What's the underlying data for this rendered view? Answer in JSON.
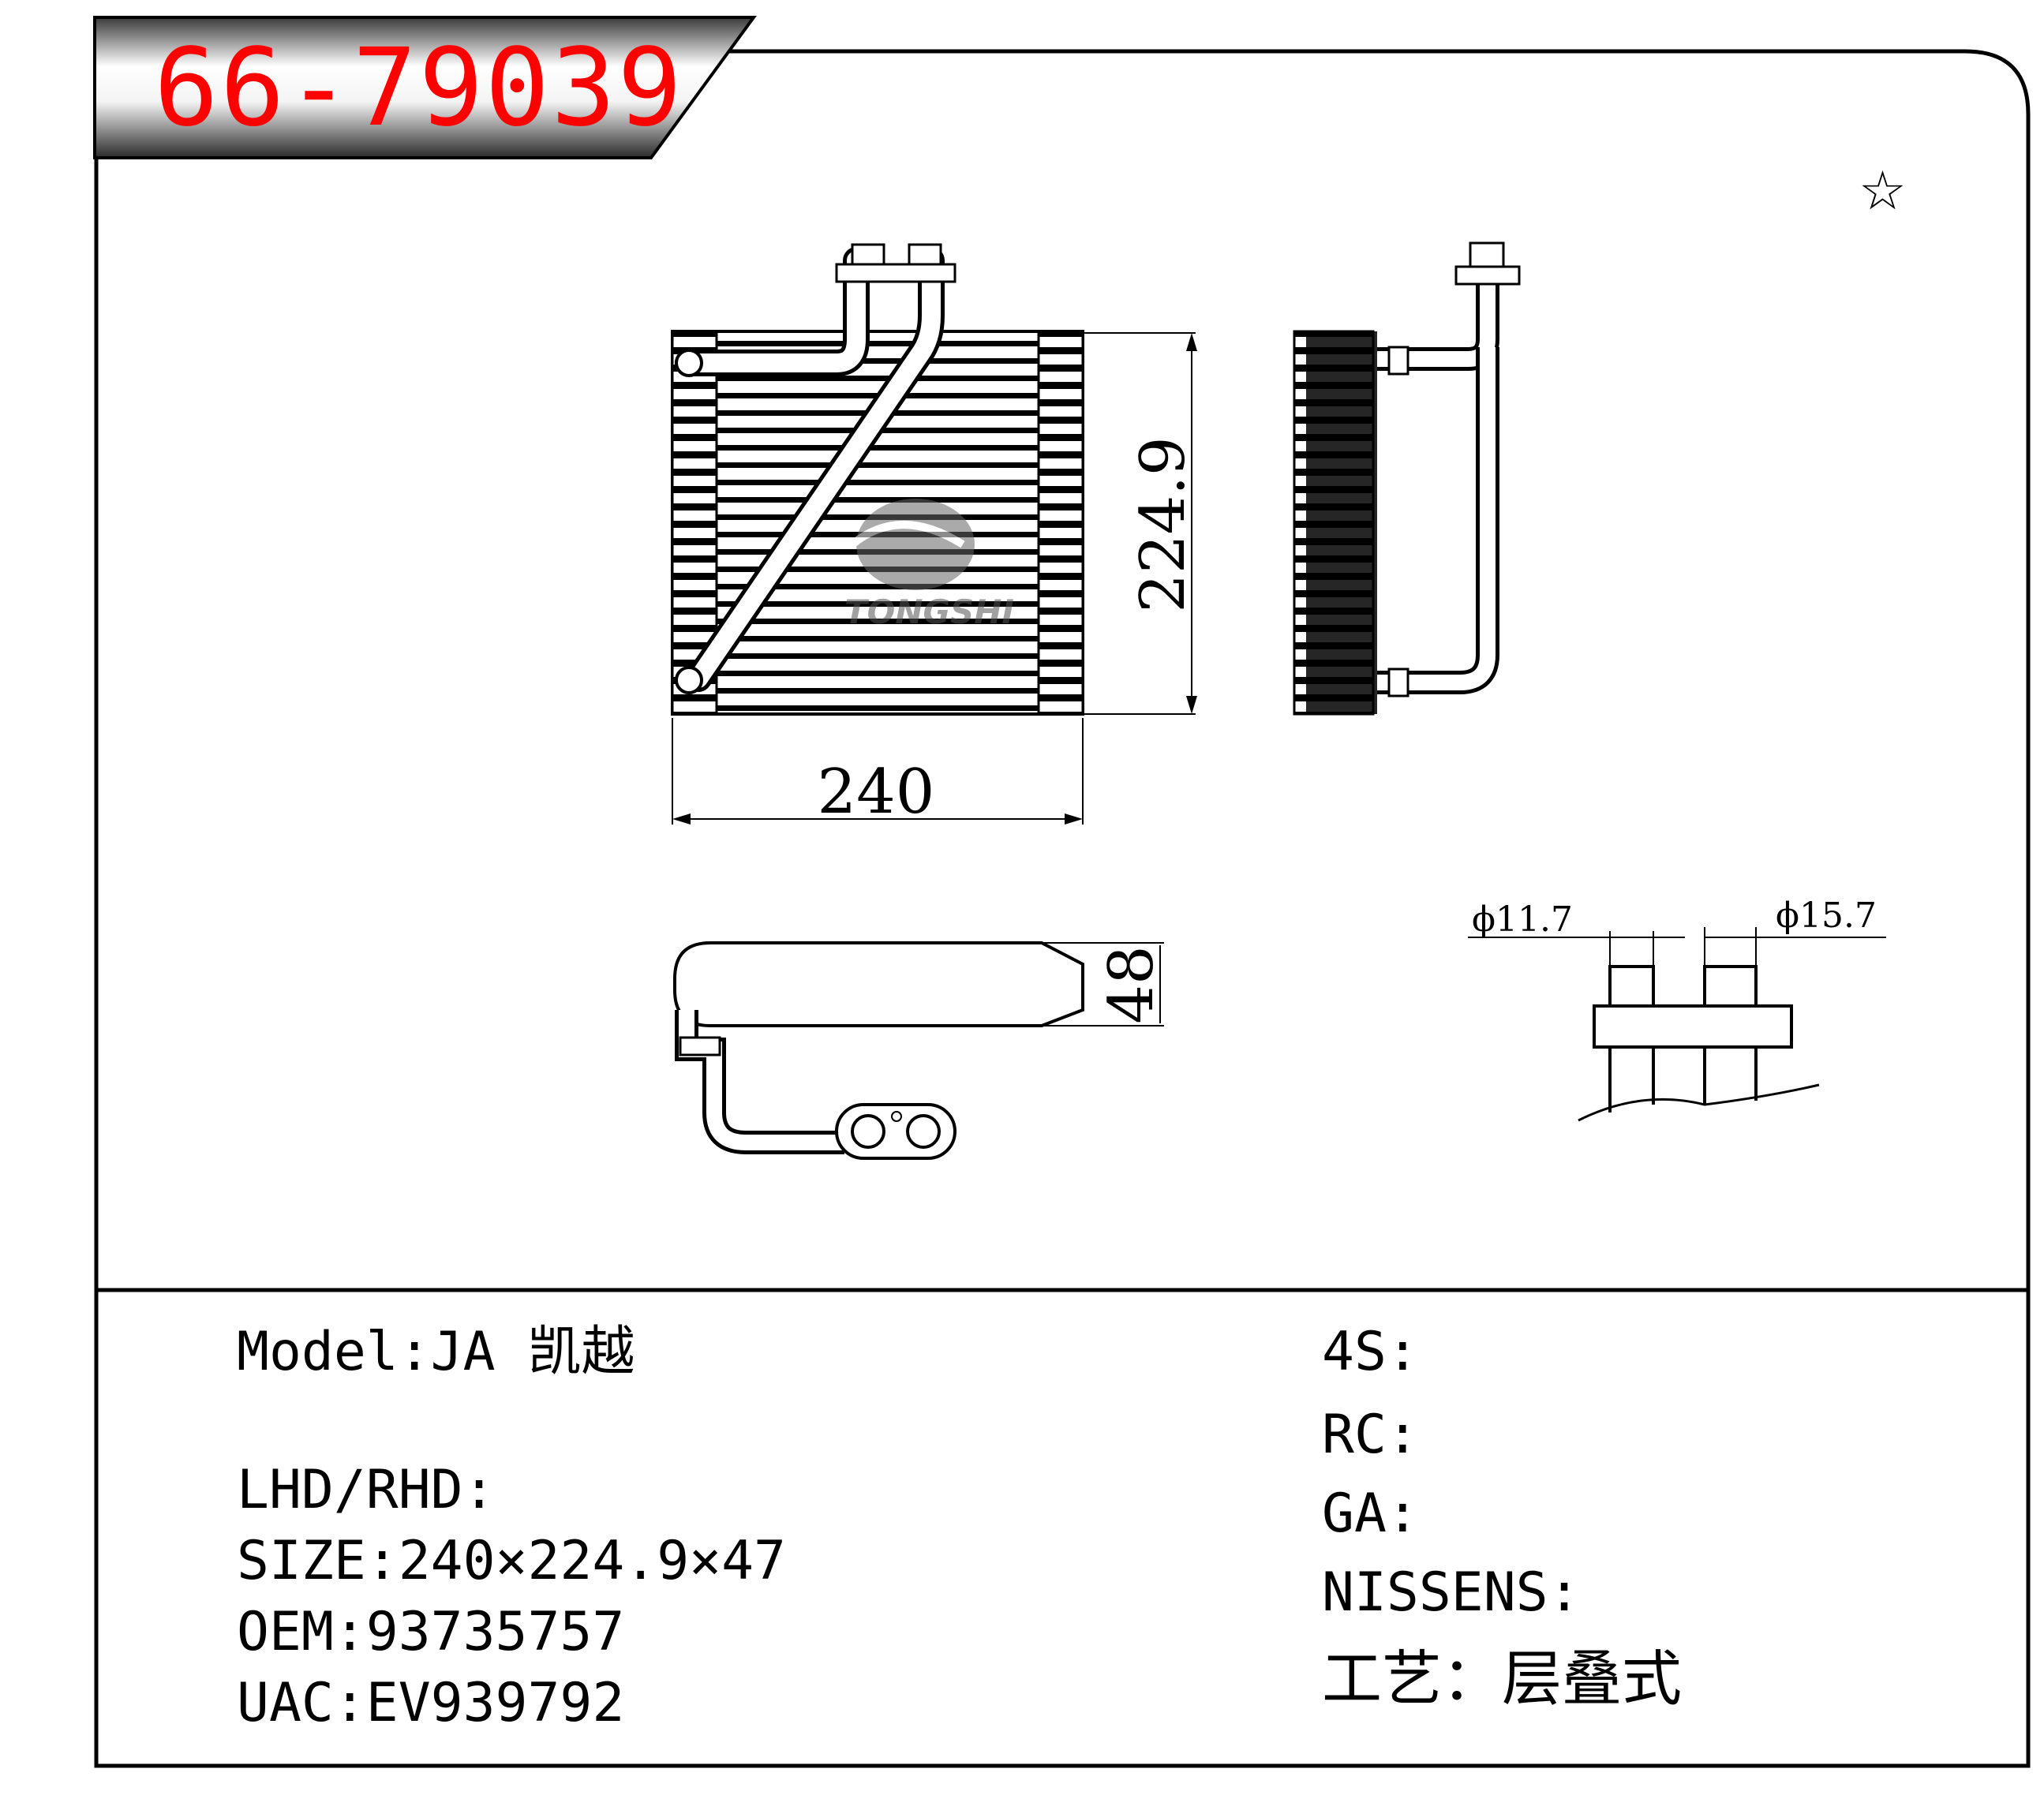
{
  "part_number": "66-79039",
  "drawing": {
    "dim_width": "240",
    "dim_height": "224.9",
    "dim_depth": "48",
    "dim_port_small": "ϕ11.7",
    "dim_port_large": "ϕ15.7",
    "logo_text": "TONGSHI",
    "star": "☆"
  },
  "specs_left": [
    {
      "label": "Model:",
      "value": "JA 凯越"
    },
    {
      "label": "LHD/RHD:",
      "value": ""
    },
    {
      "label": "SIZE:",
      "value": "240×224.9×47"
    },
    {
      "label": "OEM:",
      "value": "93735757"
    },
    {
      "label": "UAC:",
      "value": "EV939792"
    }
  ],
  "specs_right": [
    {
      "label": "4S:",
      "value": ""
    },
    {
      "label": "RC:",
      "value": ""
    },
    {
      "label": "GA:",
      "value": ""
    },
    {
      "label": "NISSENS:",
      "value": ""
    },
    {
      "label": "工艺：",
      "value": "层叠式"
    }
  ],
  "colors": {
    "part_number": "#ff0000",
    "line": "#000000",
    "banner_dark": "#2a2a2a",
    "banner_light": "#ffffff"
  }
}
